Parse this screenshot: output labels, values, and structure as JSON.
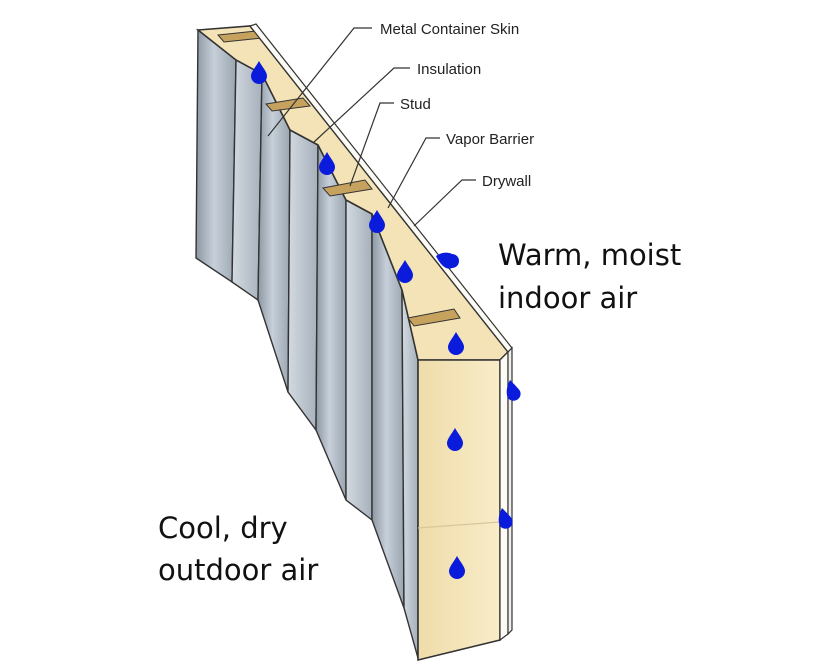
{
  "labels": {
    "metal_skin": "Metal Container Skin",
    "insulation": "Insulation",
    "stud": "Stud",
    "vapor_barrier": "Vapor Barrier",
    "drywall": "Drywall"
  },
  "indoor": {
    "line1": "Warm, moist",
    "line2": "indoor air"
  },
  "outdoor": {
    "line1": "Cool, dry",
    "line2": "outdoor air"
  },
  "colors": {
    "metal": "#b9c3cd",
    "metal_dark": "#8b96a2",
    "insulation": "#f4e6bd",
    "stud": "#c7a260",
    "drop": "#0a1bdc",
    "drywall": "#fbfaf4"
  }
}
